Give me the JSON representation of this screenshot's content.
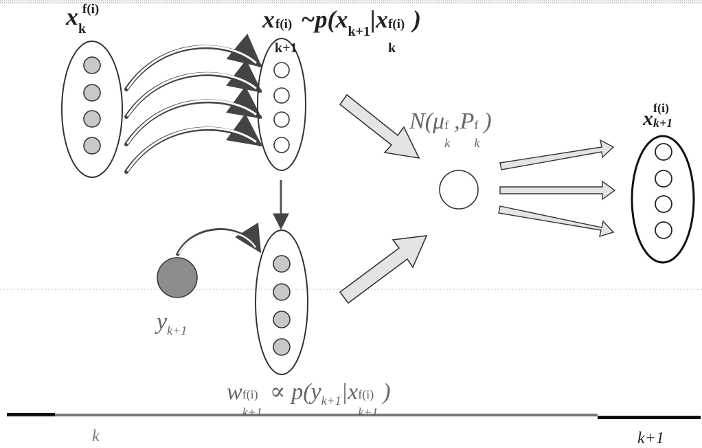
{
  "labels": {
    "x_k": "x",
    "x_k_sub": "k",
    "x_k_sup": "f(i)",
    "prediction": "x",
    "prediction_sub": "k+1",
    "prediction_sup": "f(i)",
    "prediction_tail": "~p(x",
    "prediction_tail_sub": "k+1",
    "prediction_tail_bar": "|x",
    "prediction_tail_sub2": "k",
    "prediction_tail_sup2": "f(i)",
    "prediction_close": ")",
    "gaussian": "N(μ",
    "gaussian_sub1": "k",
    "gaussian_sup1": "f",
    "gaussian_mid": ",P",
    "gaussian_sub2": "k",
    "gaussian_sup2": "f",
    "gaussian_close": ")",
    "x_k1": "x",
    "x_k1_sub": "k+1",
    "x_k1_sup": "f(i)",
    "observation": "y",
    "observation_sub": "k+1",
    "weight": "w",
    "weight_sub": "k+1",
    "weight_sup": "f(i)",
    "weight_tail": "∝ p(y",
    "weight_tail_sub": "k+1",
    "weight_tail_bar": "|x",
    "weight_tail_sub2": "k+1",
    "weight_tail_sup2": "f(i)",
    "weight_close": ")",
    "timeline_left": "k",
    "timeline_right": "k+1"
  },
  "colors": {
    "particle_filled": "#c8c8c8",
    "observation": "#8c8c8c",
    "block_arrow_fill": "#e4e4e4",
    "line": "#2a2a2a"
  }
}
